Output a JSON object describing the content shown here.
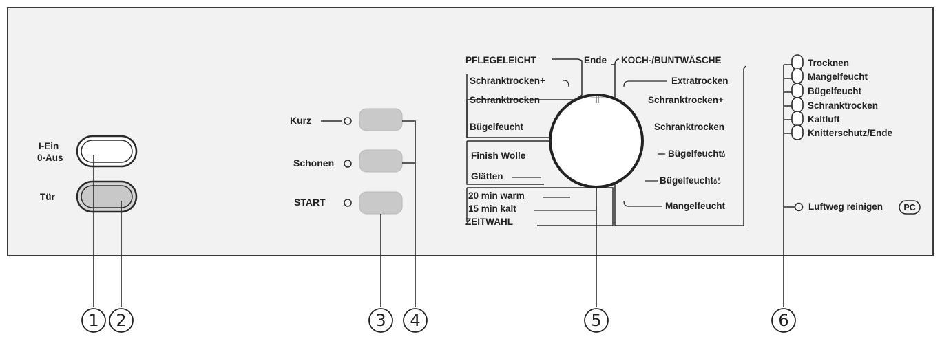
{
  "power_button": {
    "label_on": "I-Ein",
    "label_off": "0-Aus"
  },
  "door_button": {
    "label": "Tür"
  },
  "option_buttons": [
    {
      "label": "Kurz"
    },
    {
      "label": "Schonen"
    },
    {
      "label": "START"
    }
  ],
  "program_dial": {
    "end_label": "Ende",
    "pflegeleicht": {
      "title": "PFLEGELEICHT",
      "items": [
        "Schranktrocken+",
        "Schranktrocken",
        "Bügelfeucht"
      ]
    },
    "wolle": {
      "items": [
        "Finish Wolle",
        "Glätten"
      ]
    },
    "zeitwahl": {
      "title": "ZEITWAHL",
      "items": [
        "20 min warm",
        "15 min kalt"
      ]
    },
    "koch": {
      "title": "KOCH-/BUNTWÄSCHE",
      "items": [
        "Extratrocken",
        "Schranktrocken+",
        "Schranktrocken",
        "Bügelfeucht",
        "Bügelfeucht",
        "Mangelfeucht"
      ]
    }
  },
  "status_indicators": {
    "items": [
      "Trocknen",
      "Mangelfeucht",
      "Bügelfeucht",
      "Schranktrocken",
      "Kaltluft",
      "Knitterschutz/Ende"
    ],
    "filter_label": "Luftweg reinigen",
    "filter_badge": "PC"
  },
  "callouts": [
    "1",
    "2",
    "3",
    "4",
    "5",
    "6"
  ]
}
